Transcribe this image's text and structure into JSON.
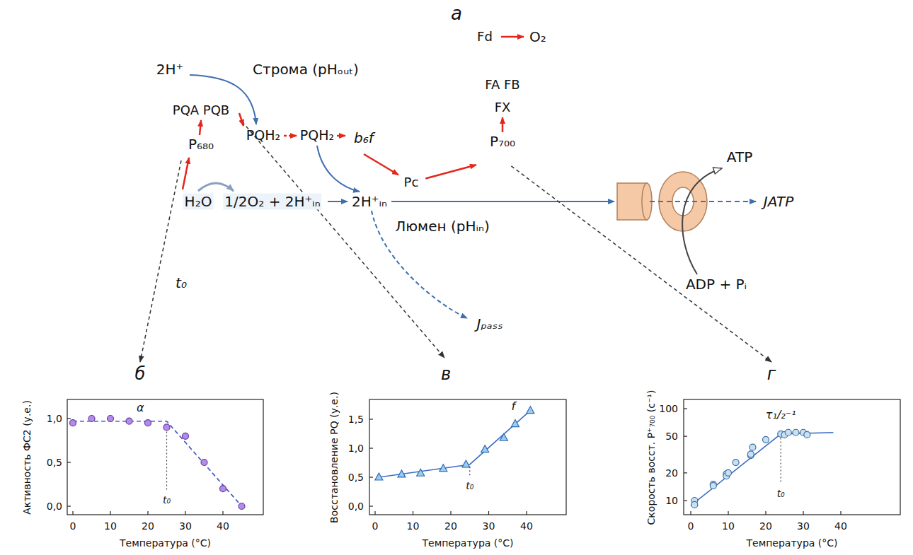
{
  "diagram": {
    "nodes": [
      {
        "text": [
          "t₀"
        ]
      },
      {
        "text": [
          "Люмен (pHᵢₙ)"
        ],
        "in": 0
      },
      {
        "text": [
          "PQA PQB",
          "P₆₈₀"
        ],
        "in": 0
      },
      {
        "text": [
          "b₆f"
        ],
        "in": 0
      },
      {
        "text": [
          "Pc"
        ],
        "in": 1
      },
      {
        "text": [
          "FA FB",
          "FX",
          "P₇₀₀"
        ],
        "in": 0
      },
      {
        "text": [
          "Fd"
        ]
      },
      {
        "text": [
          "б",
          "α",
          "Активность ФС2 (у.е.)",
          "1,0",
          "0,5",
          "0,0",
          "0",
          "10",
          "20",
          "30",
          "40",
          "Температура (°C)",
          "t₀"
        ]
      },
      {
        "text": [
          "в",
          "f",
          "Восстановление PQ (у.е.)",
          "1,5",
          "1,0",
          "0,5",
          "0,0",
          "0",
          "10",
          "20",
          "30",
          "40",
          "Температура (°C)",
          "t₀"
        ]
      },
      {
        "text": [
          "г",
          "τ₁/₂⁻¹",
          "Скорость восст. P⁺₇₀₀ (с⁻¹)",
          "100",
          "50",
          "20",
          "10",
          "0",
          "10",
          "20",
          "30",
          "40",
          "Температура (°C)",
          "t₀"
        ]
      }
    ],
    "edges": [
      {
        "from": 3,
        "to": 4,
        "arrow": "to"
      },
      {
        "from": 4,
        "to": 5,
        "arrow": "to"
      },
      {
        "from": 2,
        "to": 7,
        "arrow": "to"
      },
      {
        "from": 5,
        "to": 9,
        "arrow": "to"
      }
    ],
    "labels": [
      "а",
      "2H⁺",
      "Строма (pHₒᵤₜ)",
      "PQH₂",
      "PQH₂",
      "O₂",
      "H₂O",
      "1/2O₂ + 2H⁺ᵢₙ",
      "2H⁺ᵢₙ",
      "ATP",
      "JATP",
      "ADP + Pᵢ",
      "Jₚₐₛₛ"
    ]
  }
}
